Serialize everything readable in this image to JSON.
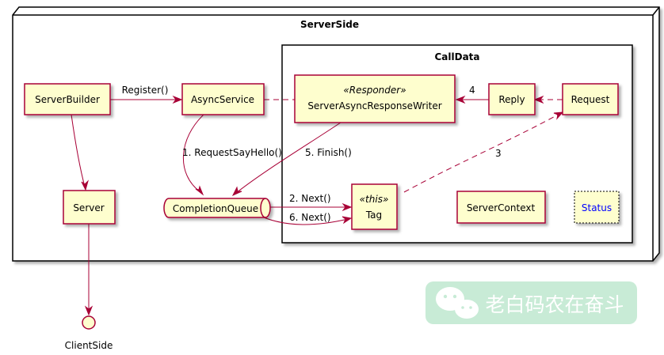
{
  "diagram": {
    "outer_frame": {
      "title": "ServerSide"
    },
    "inner_frame": {
      "title": "CallData"
    },
    "nodes": {
      "server_builder": "ServerBuilder",
      "async_service": "AsyncService",
      "responder_stereotype": "«Responder»",
      "responder_name": "ServerAsyncResponseWriter",
      "reply": "Reply",
      "request": "Request",
      "server": "Server",
      "completion_queue": "CompletionQueue",
      "tag_stereotype": "«this»",
      "tag_name": "Tag",
      "server_context": "ServerContext",
      "status": "Status",
      "client_side": "ClientSide"
    },
    "edges": {
      "register": "Register()",
      "request_say_hello": "1. RequestSayHello()",
      "finish": "5. Finish()",
      "next_2": "2. Next()",
      "next_6": "6. Next()",
      "reply_to_responder": "4",
      "tag_to_request": "3"
    },
    "colors": {
      "node_fill": "#FEFECE",
      "node_border": "#A80036",
      "status_text": "#0000FF",
      "watermark_bg": "#C8EBD6"
    },
    "watermark": {
      "icon": "wechat-icon",
      "text": "老白码农在奋斗"
    }
  }
}
